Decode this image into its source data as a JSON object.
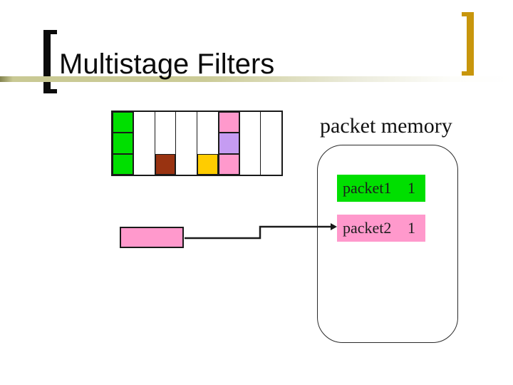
{
  "slide": {
    "title": "Multistage Filters"
  },
  "colors": {
    "accent_gold": "#c8960c",
    "band_khaki": "#cbcb97",
    "green": "#00df00",
    "brown": "#993311",
    "yellow": "#ffcc00",
    "pink": "#ff99cc",
    "purple": "#c59cf2",
    "line": "#1a1a1a"
  },
  "filter_grid": {
    "columns": [
      {
        "cells": [
          "green",
          "green",
          "green"
        ]
      },
      {
        "cells": []
      },
      {
        "cells": [
          "brown"
        ]
      },
      {
        "cells": []
      },
      {
        "cells": [
          "yellow"
        ]
      },
      {
        "cells": [
          "pink",
          "purple",
          "pink"
        ]
      },
      {
        "cells": []
      },
      {
        "cells": []
      }
    ]
  },
  "packet_memory": {
    "label": "packet memory",
    "entries": [
      {
        "name": "packet1",
        "count": "1",
        "color": "green"
      },
      {
        "name": "packet2",
        "count": "1",
        "color": "pink"
      }
    ]
  },
  "incoming_packet": {
    "color": "pink"
  }
}
